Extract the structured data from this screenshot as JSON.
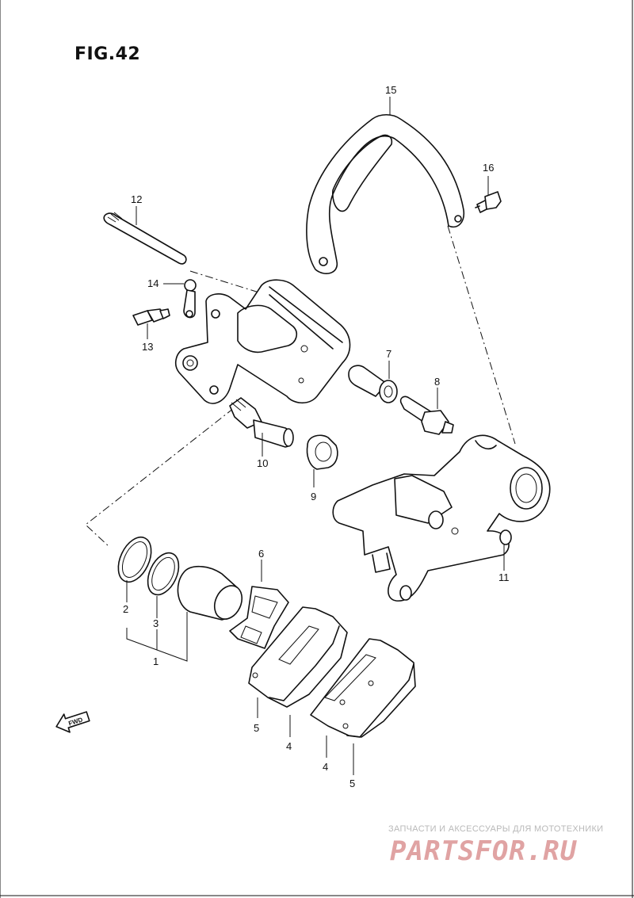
{
  "figure": {
    "title": "FIG.42"
  },
  "callouts": {
    "c1": "1",
    "c2": "2",
    "c3": "3",
    "c4a": "4",
    "c4b": "4",
    "c5a": "5",
    "c5b": "5",
    "c6": "6",
    "c7": "7",
    "c8": "8",
    "c9": "9",
    "c10": "10",
    "c11": "11",
    "c12": "12",
    "c13": "13",
    "c14": "14",
    "c15": "15",
    "c16": "16"
  },
  "direction_marker": {
    "label": "FWD",
    "icon": "forward-arrow-icon"
  },
  "watermark": {
    "tagline": "ЗАПЧАСТИ И АКСЕССУАРЫ ДЛЯ МОТОТЕХНИКИ",
    "brand": "PARTSFOR.RU",
    "brand_color": "#e0a3a3"
  }
}
